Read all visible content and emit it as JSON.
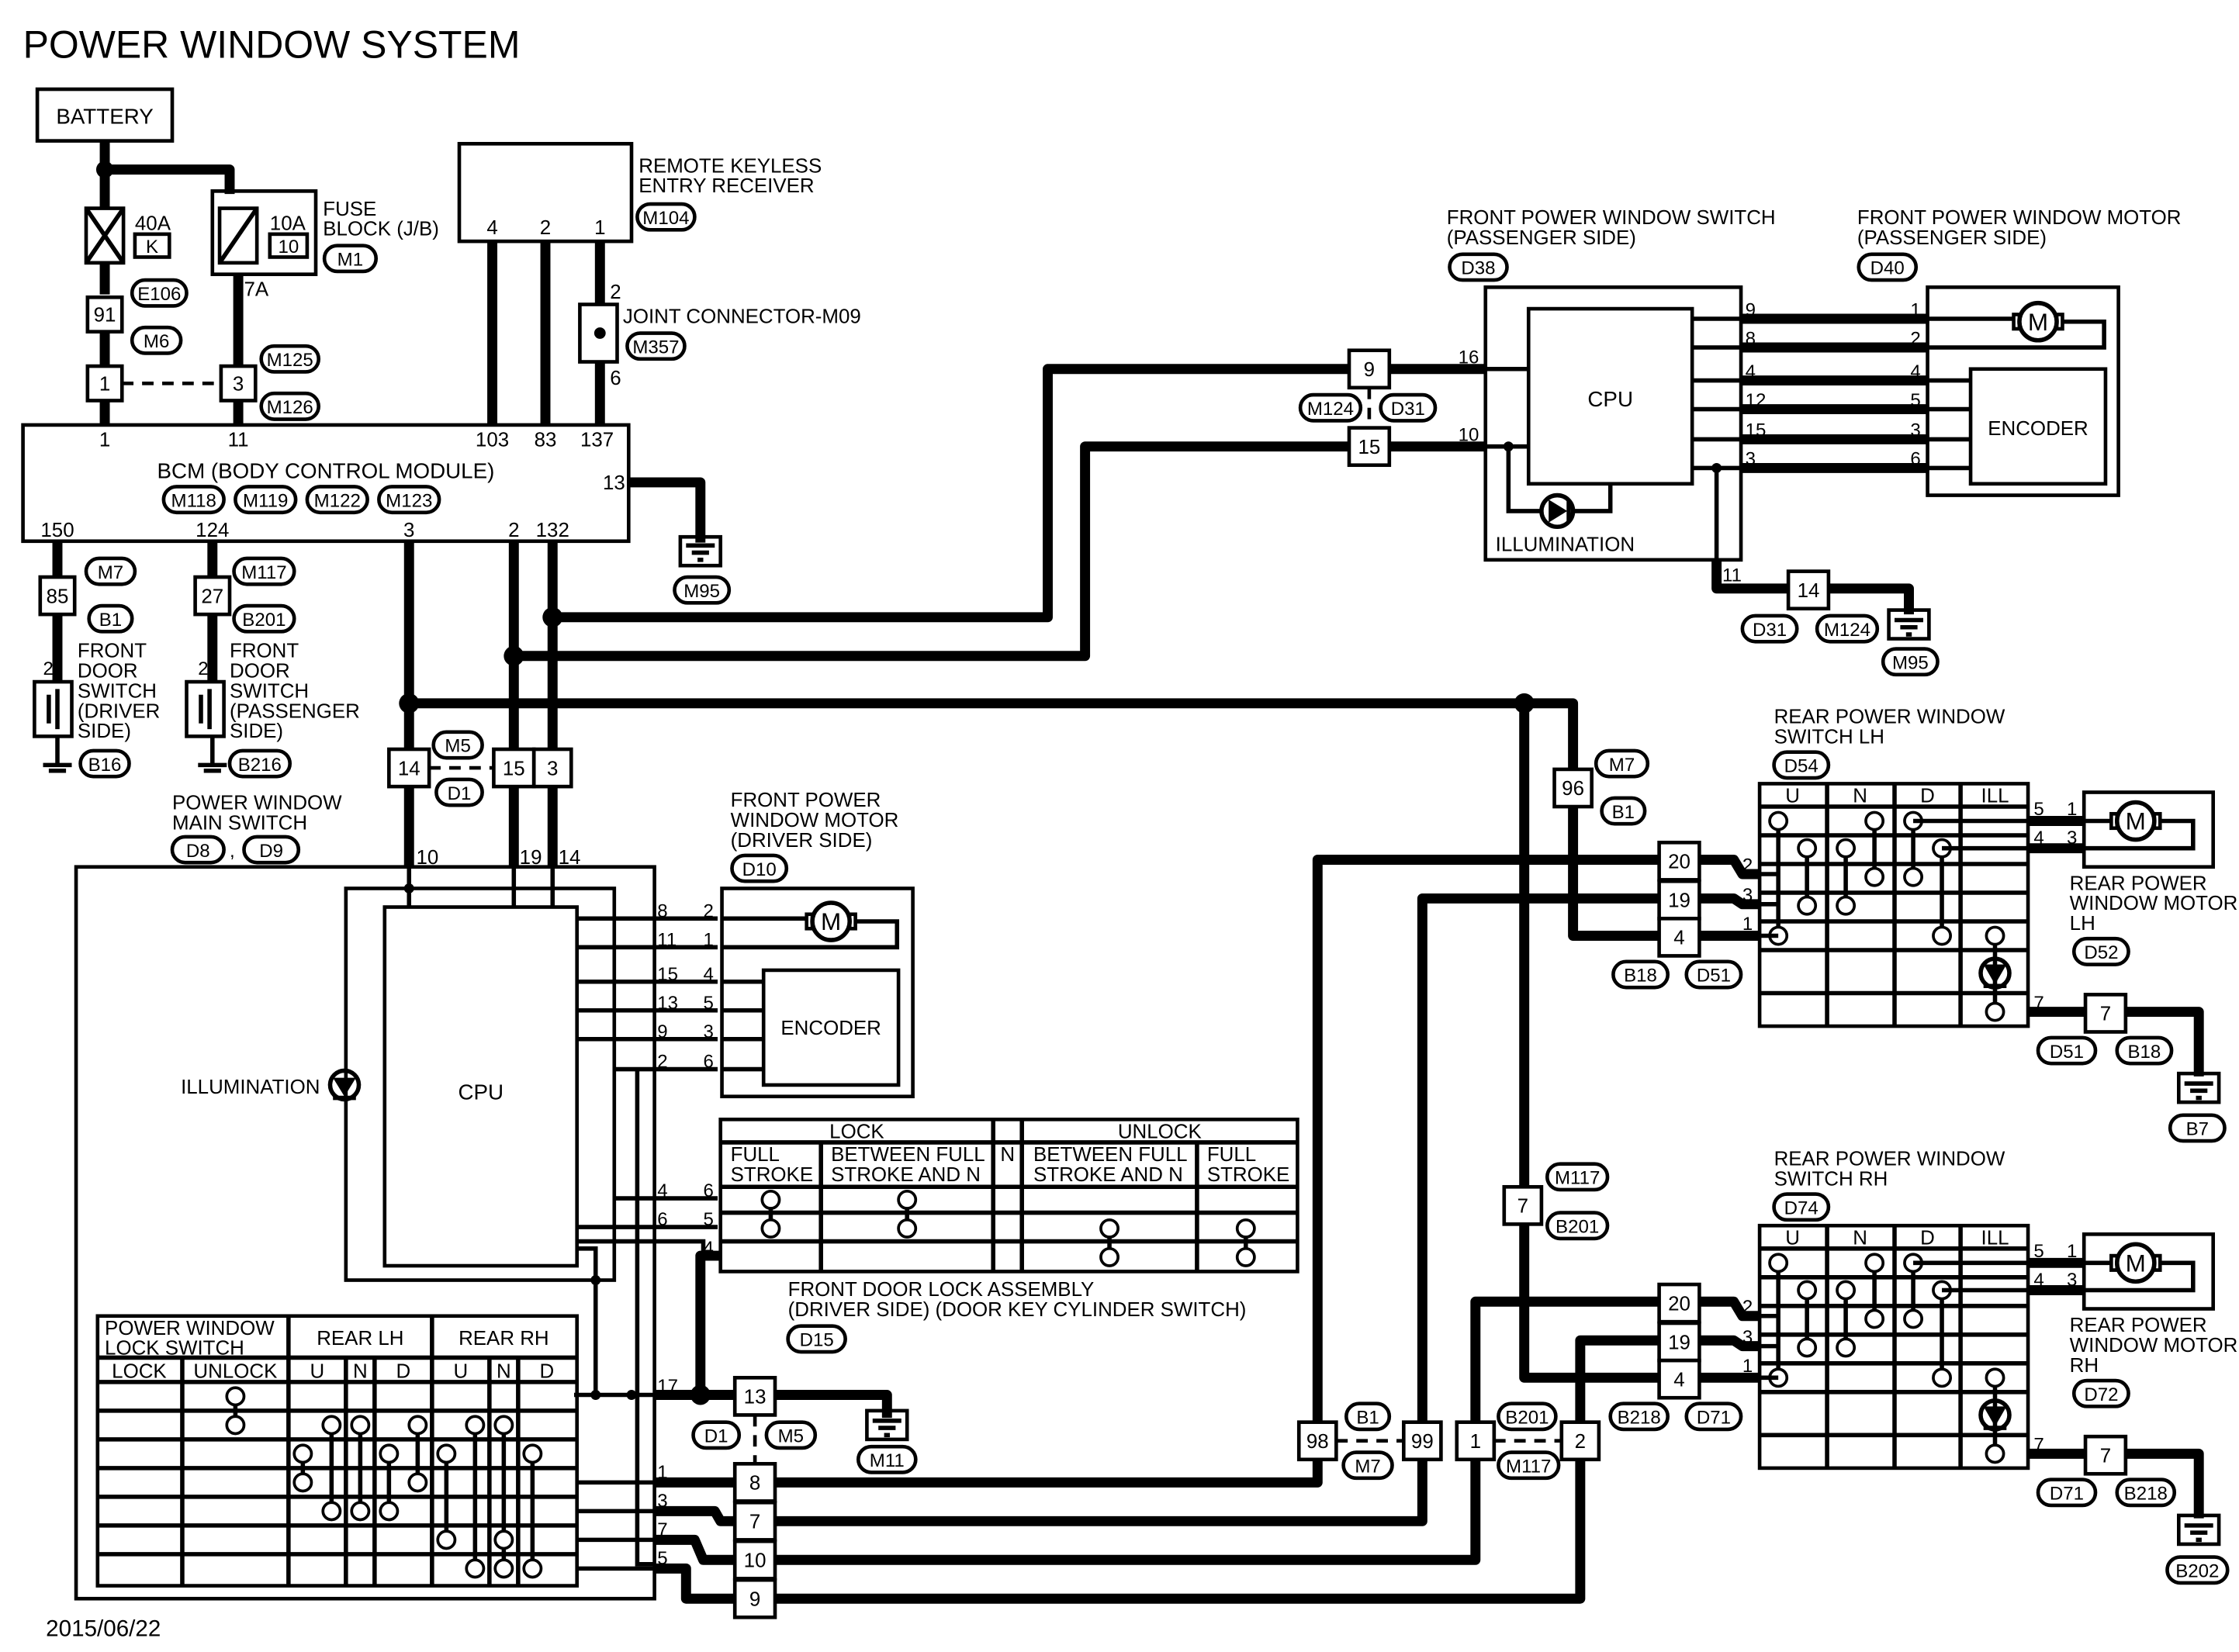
{
  "title": "POWER WINDOW SYSTEM",
  "date": "2015/06/22",
  "battery": "BATTERY",
  "fuse40": {
    "amps": "40A",
    "code": "K"
  },
  "fuse10": {
    "amps": "10A",
    "code": "10"
  },
  "fuse_block": [
    "FUSE",
    "BLOCK (J/B)"
  ],
  "fuse_term": "7A",
  "rke": {
    "name": [
      "REMOTE KEYLESS",
      "ENTRY RECEIVER"
    ],
    "conn": "M104",
    "pins": [
      "4",
      "2",
      "1"
    ]
  },
  "joint": {
    "name": "JOINT CONNECTOR-M09",
    "conn": "M357",
    "pins": [
      "2",
      "6"
    ]
  },
  "bcm": {
    "name": "BCM (BODY CONTROL MODULE)",
    "conns": [
      "M118",
      "M119",
      "M122",
      "M123"
    ],
    "top_pins": [
      "1",
      "11",
      "103",
      "83",
      "137"
    ],
    "right_pin": "13",
    "bottom_pins": [
      "150",
      "124",
      "3",
      "2",
      "132"
    ]
  },
  "connectors": {
    "e106": "E106",
    "m6": "M6",
    "m1": "M1",
    "m125": "M125",
    "m126": "M126",
    "m7": "M7",
    "b1": "B1",
    "m117": "M117",
    "b201": "B201",
    "b16": "B16",
    "b216": "B216",
    "m95": "M95",
    "m5": "M5",
    "d1": "D1",
    "m124": "M124",
    "d31": "D31",
    "b18": "B18",
    "d51": "D51",
    "b218": "B218",
    "d71": "D71",
    "b7": "B7",
    "b202": "B202",
    "m11": "M11"
  },
  "junctions": {
    "j91": "91",
    "j1": "1",
    "j3": "3",
    "j85": "85",
    "j27": "27",
    "j14": "14",
    "j15": "15",
    "j3b": "3",
    "j9": "9",
    "j15b": "15",
    "j14b": "14",
    "j96": "96",
    "j20a": "20",
    "j19a": "19",
    "j4a": "4",
    "j7a": "7",
    "j7": "7",
    "j20b": "20",
    "j19b": "19",
    "j4b": "4",
    "j7b": "7",
    "j98": "98",
    "j99": "99",
    "j1b": "1",
    "j2b": "2",
    "j13": "13",
    "j8": "8",
    "j7c": "7",
    "j10": "10",
    "j9b": "9"
  },
  "front_door_driver": [
    "FRONT",
    "DOOR",
    "SWITCH",
    "(DRIVER",
    "SIDE)"
  ],
  "front_door_passenger": [
    "FRONT",
    "DOOR",
    "SWITCH",
    "(PASSENGER",
    "SIDE)"
  ],
  "pw_main_switch": {
    "name": [
      "POWER WINDOW",
      "MAIN SWITCH"
    ],
    "conns": [
      "D8",
      "D9"
    ]
  },
  "front_motor_driver": {
    "name": [
      "FRONT POWER",
      "WINDOW MOTOR",
      "(DRIVER SIDE)"
    ],
    "conn": "D10"
  },
  "pwsw_passenger": {
    "name": [
      "FRONT POWER WINDOW SWITCH",
      "(PASSENGER SIDE)"
    ],
    "conn": "D38"
  },
  "pwmotor_passenger": {
    "name": [
      "FRONT POWER WINDOW MOTOR",
      "(PASSENGER SIDE)"
    ],
    "conn": "D40"
  },
  "rear_sw_lh": {
    "name": [
      "REAR POWER WINDOW",
      "SWITCH LH"
    ],
    "conn": "D54"
  },
  "rear_sw_rh": {
    "name": [
      "REAR POWER WINDOW",
      "SWITCH RH"
    ],
    "conn": "D74"
  },
  "rear_motor_lh": {
    "name": [
      "REAR POWER",
      "WINDOW MOTOR",
      "LH"
    ],
    "conn": "D52"
  },
  "rear_motor_rh": {
    "name": [
      "REAR POWER",
      "WINDOW MOTOR",
      "RH"
    ],
    "conn": "D72"
  },
  "door_lock": {
    "name": [
      "FRONT DOOR LOCK ASSEMBLY",
      "(DRIVER SIDE) (DOOR KEY CYLINDER SWITCH)"
    ],
    "conn": "D15"
  },
  "lock_table": {
    "lock": "LOCK",
    "unlock": "UNLOCK",
    "n": "N",
    "c1": [
      "FULL",
      "STROKE"
    ],
    "c2": [
      "BETWEEN FULL",
      "STROKE AND N"
    ],
    "c3": [
      "BETWEEN FULL",
      "STROKE AND N"
    ],
    "c4": [
      "FULL",
      "STROKE"
    ]
  },
  "lock_sw_table": {
    "title": [
      "POWER WINDOW",
      "LOCK SWITCH"
    ],
    "rear_lh": "REAR LH",
    "rear_rh": "REAR RH",
    "lock": "LOCK",
    "unlock": "UNLOCK",
    "u": "U",
    "n": "N",
    "d": "D"
  },
  "rear_sw_header": [
    "U",
    "N",
    "D",
    "ILL"
  ],
  "labels": {
    "cpu": "CPU",
    "encoder": "ENCODER",
    "illumination": "ILLUMINATION",
    "motor": "M"
  }
}
